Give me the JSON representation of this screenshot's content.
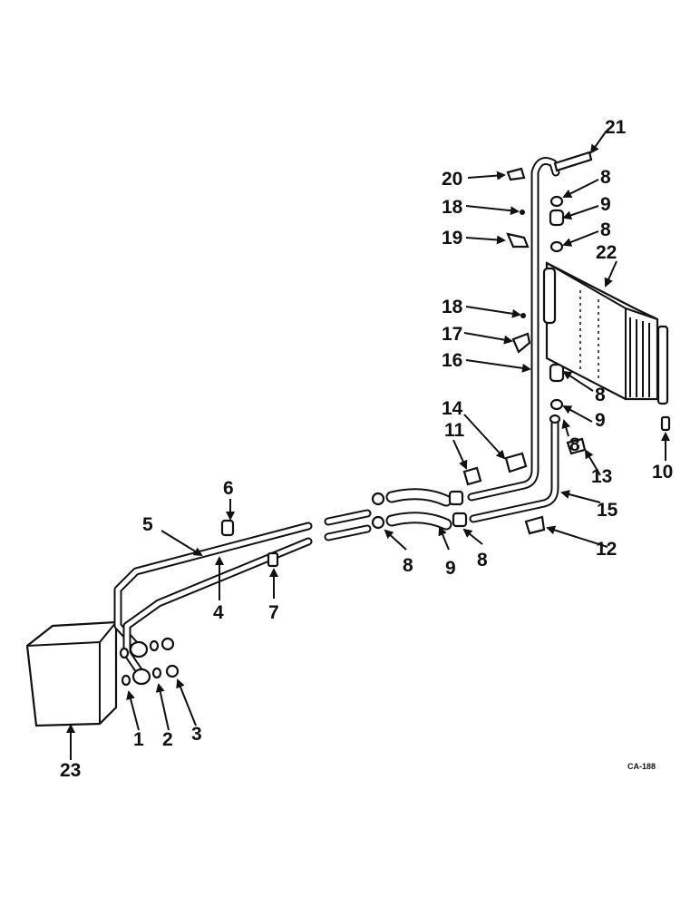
{
  "callouts": [
    "1",
    "2",
    "3",
    "4",
    "5",
    "6",
    "7",
    "8",
    "8",
    "8",
    "8",
    "8",
    "8",
    "9",
    "9",
    "9",
    "10",
    "11",
    "12",
    "13",
    "14",
    "15",
    "16",
    "17",
    "18",
    "18",
    "19",
    "20",
    "21",
    "22",
    "23"
  ],
  "drawing_code": "CA-188",
  "colors": {
    "ink": "#111111",
    "paper": "#ffffff"
  }
}
